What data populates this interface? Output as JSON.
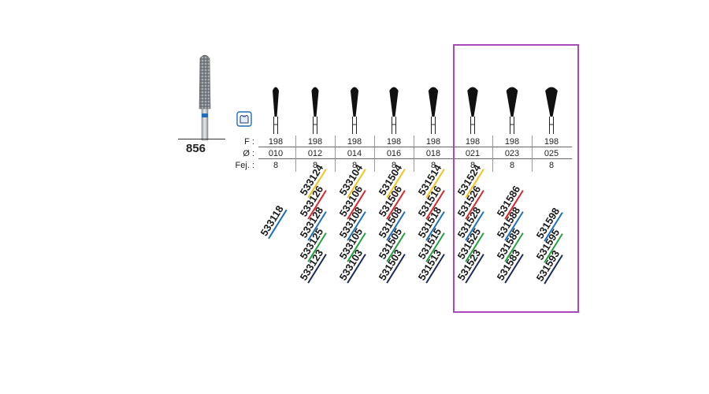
{
  "model": "856",
  "row_labels": {
    "f": "F :",
    "d": "Ø :",
    "fej": "Fej. :"
  },
  "columns": [
    {
      "f": "198",
      "d": "010",
      "fej": "8",
      "codes": [
        {
          "t": "533118",
          "c": "#1f6fb8"
        }
      ]
    },
    {
      "f": "198",
      "d": "012",
      "fej": "8",
      "codes": [
        {
          "t": "533124",
          "c": "#f0c419"
        },
        {
          "t": "533126",
          "c": "#d8262e"
        },
        {
          "t": "533128",
          "c": "#1f6fb8"
        },
        {
          "t": "533125",
          "c": "#22a040"
        },
        {
          "t": "533123",
          "c": "#1b2a5c"
        }
      ]
    },
    {
      "f": "198",
      "d": "014",
      "fej": "8",
      "codes": [
        {
          "t": "533104",
          "c": "#f0c419"
        },
        {
          "t": "533106",
          "c": "#d8262e"
        },
        {
          "t": "533108",
          "c": "#1f6fb8"
        },
        {
          "t": "533105",
          "c": "#22a040"
        },
        {
          "t": "533103",
          "c": "#1b2a5c"
        }
      ]
    },
    {
      "f": "198",
      "d": "016",
      "fej": "8",
      "codes": [
        {
          "t": "531504",
          "c": "#f0c419"
        },
        {
          "t": "531506",
          "c": "#d8262e"
        },
        {
          "t": "531508",
          "c": "#1f6fb8"
        },
        {
          "t": "531505",
          "c": "#22a040"
        },
        {
          "t": "531503",
          "c": "#1b2a5c"
        }
      ]
    },
    {
      "f": "198",
      "d": "018",
      "fej": "8",
      "codes": [
        {
          "t": "531514",
          "c": "#f0c419"
        },
        {
          "t": "531516",
          "c": "#d8262e"
        },
        {
          "t": "531518",
          "c": "#1f6fb8"
        },
        {
          "t": "531515",
          "c": "#22a040"
        },
        {
          "t": "531513",
          "c": "#1b2a5c"
        }
      ]
    },
    {
      "f": "198",
      "d": "021",
      "fej": "8",
      "codes": [
        {
          "t": "531524",
          "c": "#f0c419"
        },
        {
          "t": "531526",
          "c": "#d8262e"
        },
        {
          "t": "531528",
          "c": "#1f6fb8"
        },
        {
          "t": "531525",
          "c": "#22a040"
        },
        {
          "t": "531523",
          "c": "#1b2a5c"
        }
      ]
    },
    {
      "f": "198",
      "d": "023",
      "fej": "8",
      "codes": [
        {
          "t": "531586",
          "c": "#d8262e"
        },
        {
          "t": "531588",
          "c": "#1f6fb8"
        },
        {
          "t": "531585",
          "c": "#22a040"
        },
        {
          "t": "531583",
          "c": "#1b2a5c"
        }
      ]
    },
    {
      "f": "198",
      "d": "025",
      "fej": "8",
      "codes": [
        {
          "t": "531598",
          "c": "#1f6fb8"
        },
        {
          "t": "531595",
          "c": "#22a040"
        },
        {
          "t": "531593",
          "c": "#1b2a5c"
        }
      ]
    }
  ],
  "colors": {
    "highlight": "#a84bb8",
    "shank_band": "#1f6fb8",
    "diamond": "#8a8f96"
  }
}
